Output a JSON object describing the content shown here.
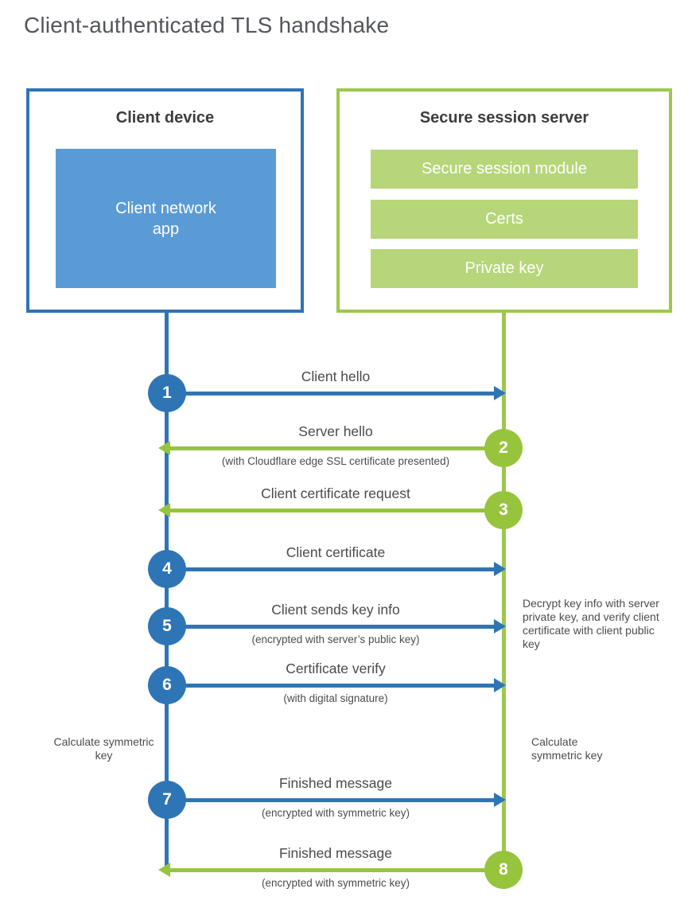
{
  "title": "Client-authenticated TLS handshake",
  "colors": {
    "blue_primary": "#2E75B5",
    "blue_light": "#5B9BD5",
    "green_primary": "#97C43D",
    "green_border": "#9CC84E",
    "green_light": "#B6D679",
    "text_dark": "#3d3d40",
    "text_gray": "#4a4a4d",
    "title_gray": "#54565c"
  },
  "client": {
    "title": "Client device",
    "app_label": "Client network app"
  },
  "server": {
    "title": "Secure session server",
    "modules": [
      "Secure session module",
      "Certs",
      "Private key"
    ]
  },
  "steps": [
    {
      "num": "1",
      "from": "client",
      "label": "Client hello",
      "sub": ""
    },
    {
      "num": "2",
      "from": "server",
      "label": "Server hello",
      "sub": "(with Cloudflare edge SSL certificate presented)"
    },
    {
      "num": "3",
      "from": "server",
      "label": "Client certificate request",
      "sub": ""
    },
    {
      "num": "4",
      "from": "client",
      "label": "Client certificate",
      "sub": ""
    },
    {
      "num": "5",
      "from": "client",
      "label": "Client sends key info",
      "sub": "(encrypted with server’s public key)"
    },
    {
      "num": "6",
      "from": "client",
      "label": "Certificate verify",
      "sub": "(with digital signature)"
    },
    {
      "num": "7",
      "from": "client",
      "label": "Finished message",
      "sub": "(encrypted with symmetric key)"
    },
    {
      "num": "8",
      "from": "server",
      "label": "Finished message",
      "sub": "(encrypted with symmetric key)"
    }
  ],
  "annotations": {
    "decrypt": "Decrypt key info with server private key, and verify client certificate with client public key",
    "calc_left": "Calculate symmetric key",
    "calc_right": "Calculate symmetric key"
  }
}
